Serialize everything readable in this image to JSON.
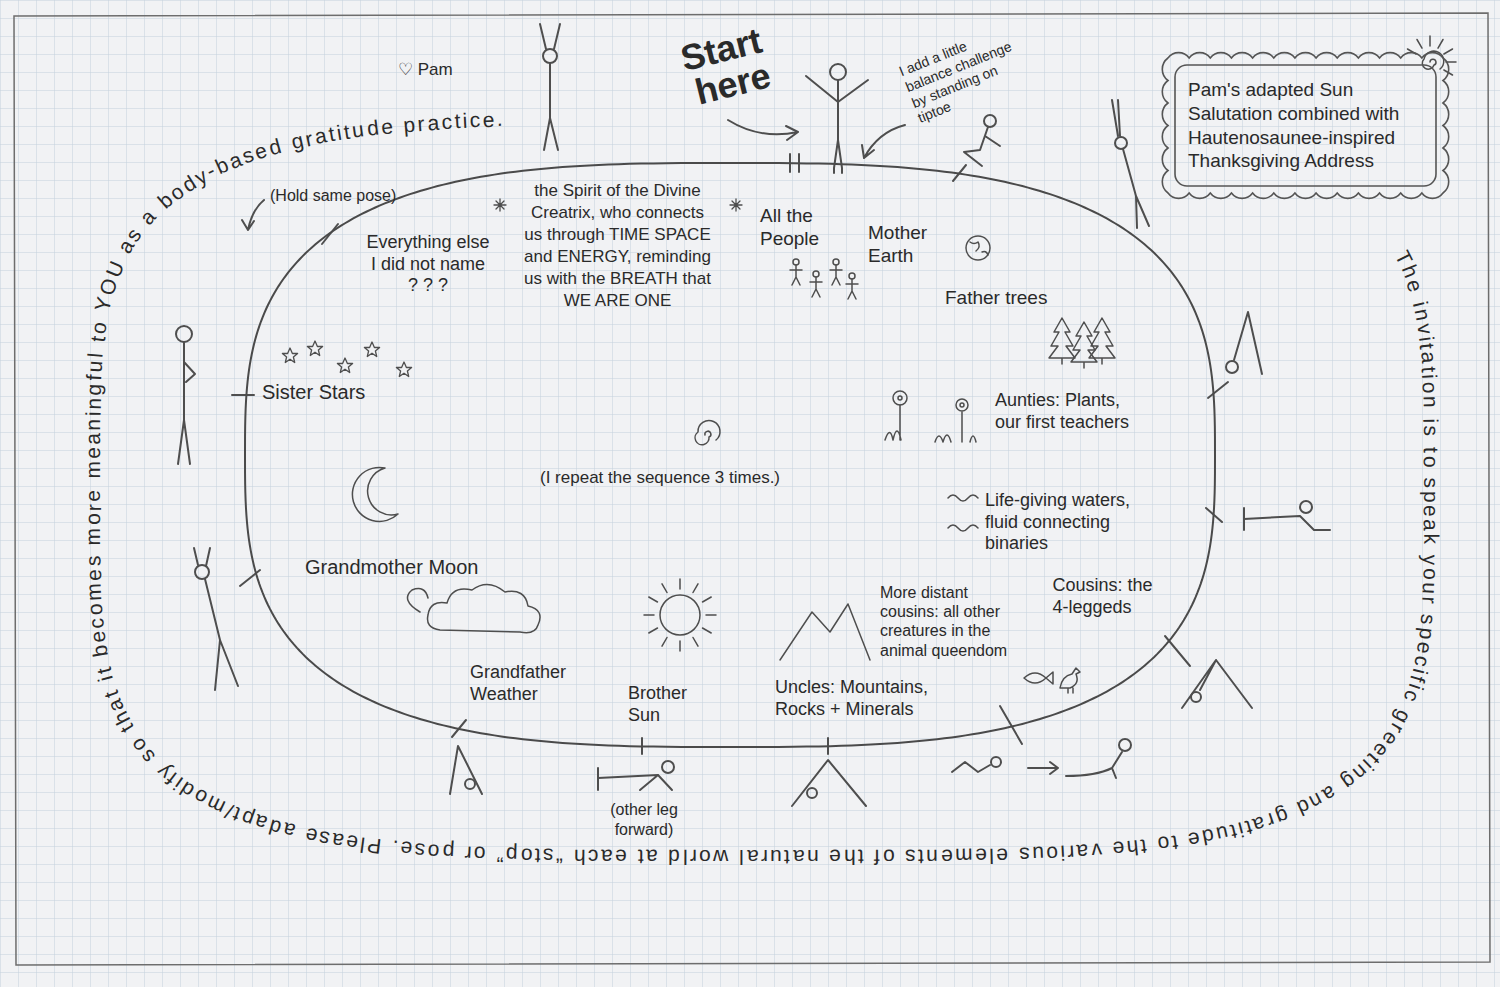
{
  "diagram": {
    "nodes": [
      {
        "text": [
          "All the People",
          "Mother Earth",
          "Father trees",
          "Aunties: Plants, our first teachers",
          "Life-giving waters, fluid connecting binaries",
          "Cousins: the 4-leggeds",
          "More distant cousins: all other creatures in the animal queendom",
          "Uncles: Mountains, Rocks + Minerals",
          "Brother Sun",
          "Grandfather Weather",
          "Grandmother Moon",
          "Sister Stars",
          "Everything else I did not name ? ? ?",
          "the Spirit of the Divine Creatrix, who connects us through TIME SPACE and ENERGY, reminding us with the BREATH that WE ARE ONE",
          "(I repeat the sequence 3 times.)"
        ]
      },
      {
        "text": [
          "Pam's adapted Sun Salutation combined with Hautenosaunee-inspired Thanksgiving Address"
        ]
      }
    ],
    "labels": [
      "Start here",
      "I add a little balance challenge by standing on tiptoe",
      "(Hold same pose)",
      "♡ Pam",
      "(other leg forward)",
      "The invitation is to speak your specific greeting and gratitude to the various elements of the natural world at each “stop” or pose. Please adapt/modify so that it becomes more meaningful to YOU as a body-based gratitude practice."
    ]
  }
}
